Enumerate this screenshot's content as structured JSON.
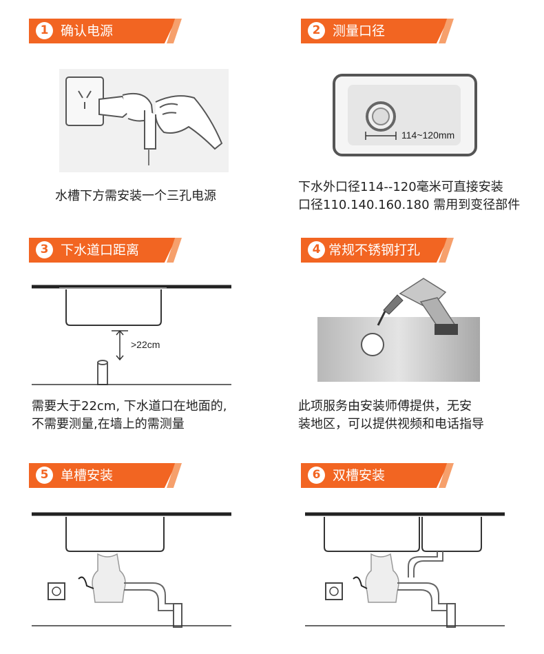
{
  "steps": [
    {
      "num": "1",
      "title": "确认电源",
      "desc": [
        "水槽下方需安装一个三孔电源"
      ]
    },
    {
      "num": "2",
      "title": "测量口径",
      "desc": [
        "下水外口径114--120毫米可直接安装",
        "口径110.140.160.180 需用到变径部件"
      ],
      "dimension": "114~120mm"
    },
    {
      "num": "3",
      "title": "下水道口距离",
      "desc": [
        "需要大于22cm, 下水道口在地面的,",
        "不需要测量,在墙上的需测量"
      ],
      "dimension": ">22cm"
    },
    {
      "num": "4",
      "title": "常规不锈钢打孔",
      "desc": [
        "此项服务由安装师傅提供，无安",
        "装地区，可以提供视频和电话指导"
      ]
    },
    {
      "num": "5",
      "title": "单槽安装",
      "desc": []
    },
    {
      "num": "6",
      "title": "双槽安装",
      "desc": []
    }
  ],
  "icons": [
    "power-outlet-plug-icon",
    "sink-drain-hole-icon",
    "drill-icon",
    "disposer-icon"
  ],
  "colors": {
    "accent": "#f26522",
    "accent_light": "#f6a06c",
    "line": "#222222"
  }
}
